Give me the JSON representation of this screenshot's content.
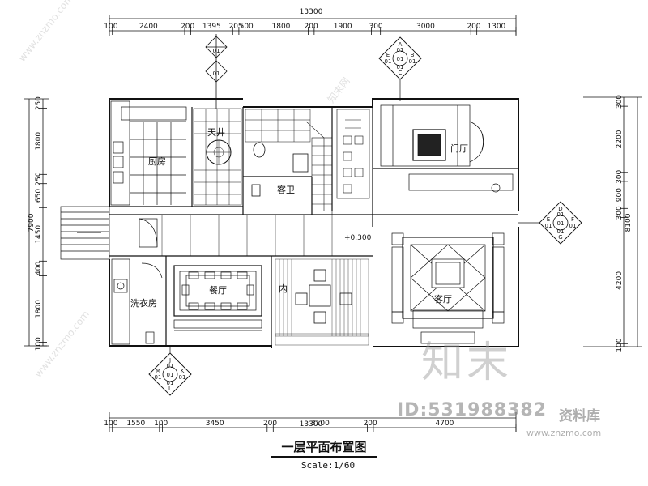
{
  "title": "一层平面布置图",
  "scale": "Scale:1/60",
  "top_total": "13300",
  "top_dims": [
    "100",
    "2400",
    "200",
    "1395",
    "205",
    "500",
    "1800",
    "200",
    "1900",
    "300",
    "3000",
    "200",
    "1300"
  ],
  "bottom_total": "13300",
  "bottom_dims": [
    "100",
    "1550",
    "100",
    "3450",
    "200",
    "3100",
    "200",
    "4700"
  ],
  "left_dims": [
    "250",
    "1800",
    "250",
    "650",
    "1450",
    "400",
    "1800",
    "100"
  ],
  "left_total": "7900",
  "right_dims": [
    "300",
    "2200",
    "300",
    "900",
    "300",
    "4200",
    "100"
  ],
  "right_total": "8100",
  "rooms": {
    "kitchen": "厨房",
    "skywell": "天井",
    "guest_bath": "客卫",
    "foyer": "门厅",
    "dining": "餐厅",
    "laundry": "洗衣房",
    "living": "客厅",
    "inner": "内"
  },
  "level_mark": "+0.300",
  "tag_top_center": {
    "center": "01",
    "top": "",
    "bottom": "01"
  },
  "tag_top_right": {
    "top": "A",
    "left": "E",
    "right": "B",
    "bottom": "C",
    "n_top": "01",
    "n_left": "01",
    "n_right": "01",
    "n_bottom": "01",
    "center": "01"
  },
  "tag_right": {
    "top": "D",
    "left": "E",
    "right": "F",
    "bottom": "G",
    "n_top": "01",
    "n_left": "01",
    "n_right": "01",
    "n_bottom": "01",
    "center": "01"
  },
  "tag_bottom_left": {
    "top": "J",
    "left": "M",
    "right": "K",
    "bottom": "L",
    "n_top": "01",
    "n_left": "01",
    "n_right": "01",
    "n_bottom": "01",
    "center": "01"
  },
  "watermarks": {
    "logo": "知末",
    "id": "ID:531988382",
    "library": "资料库",
    "url": "www.znzmo.com",
    "diag": "www.znzmo.com",
    "diag2": "知末网"
  }
}
